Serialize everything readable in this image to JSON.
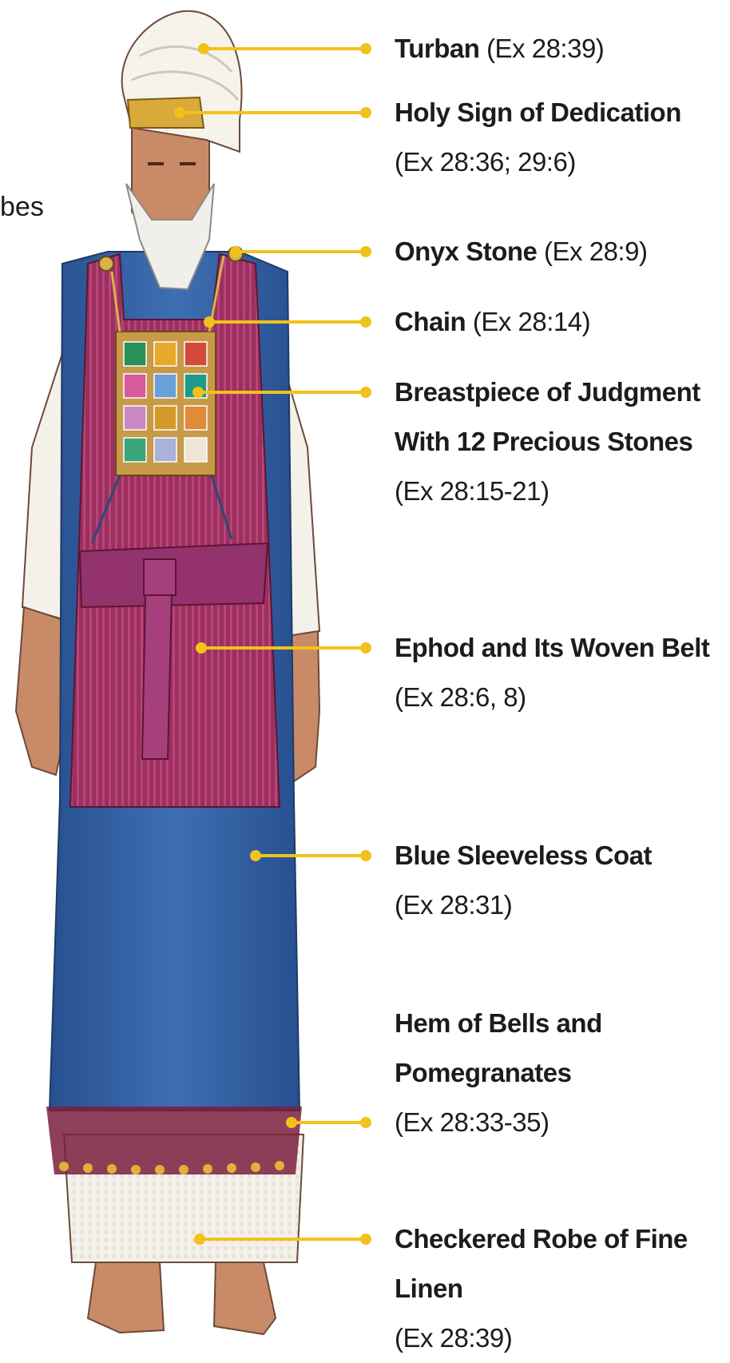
{
  "partial_left_text": "bes",
  "callout_color": "#f2c21b",
  "parts": [
    {
      "id": "turban",
      "name": "Turban",
      "ref": "(Ex 28:39)",
      "inline": true
    },
    {
      "id": "holy-sign",
      "name": "Holy Sign of Dedication",
      "ref": "(Ex 28:36; 29:6)",
      "inline": false
    },
    {
      "id": "onyx",
      "name": "Onyx Stone",
      "ref": "(Ex 28:9)",
      "inline": true
    },
    {
      "id": "chain",
      "name": "Chain",
      "ref": "(Ex 28:14)",
      "inline": true
    },
    {
      "id": "breastpiece",
      "name": "Breastpiece of Judgment",
      "name2": "With 12 Precious Stones",
      "ref": "(Ex 28:15-21)",
      "inline": false
    },
    {
      "id": "ephod",
      "name": "Ephod and Its Woven Belt",
      "ref": "(Ex 28:6, 8)",
      "inline": false
    },
    {
      "id": "coat",
      "name": "Blue Sleeveless Coat",
      "ref": "(Ex 28:31)",
      "inline": false
    },
    {
      "id": "hem",
      "name": "Hem of Bells and",
      "name2": "Pomegranates",
      "ref": "(Ex 28:33-35)",
      "inline": false
    },
    {
      "id": "robe",
      "name": "Checkered Robe of Fine Linen",
      "ref": "(Ex 28:39)",
      "inline": false
    }
  ]
}
